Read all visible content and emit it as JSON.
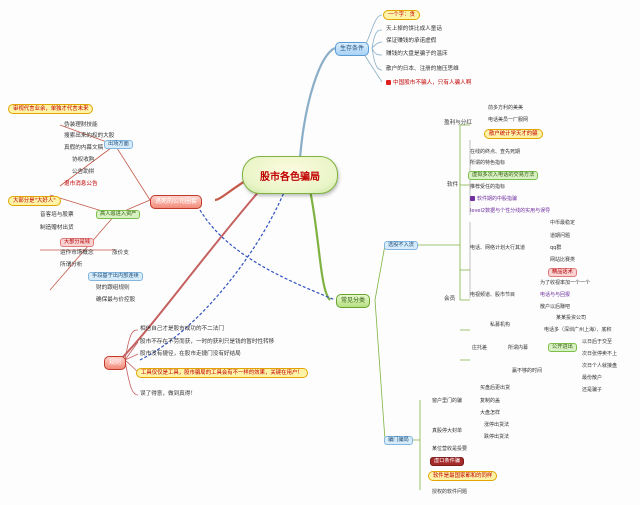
{
  "center": "股市各色骗局",
  "branches": {
    "survival": "生存条件",
    "trap": "诱死的公司圈套",
    "common": "常见分类",
    "rules": "规则"
  },
  "survival_items": [
    "一个字：贪",
    "天上掉的饼比成人童话",
    "保证赚钱的承诺虚假",
    "赚钱的大盘是骗子的温床",
    "散户的日本、注册的施压思维",
    "中国股市不骗人，只有人骗人啊"
  ],
  "trap_items": [
    "审视代言业余，单独才代言未来",
    "伪装理财技能",
    "搜索出来的权的大股",
    "真假的内幕文稿",
    "协权收购",
    "公告助拼",
    "退市消息公告",
    "大部分是\"大好人\"",
    "高人追进入资产",
    "音客培与股票",
    "制造赠材出货",
    "大部分是钱",
    "运作市场概念",
    "所谓分析",
    "涨价支",
    "手段基于出内部连续",
    "财的跟组规则",
    "确保最与价控股"
  ],
  "rule_items": [
    "相信自己才是股市成功的不二法门",
    "股市不存在不劳而获，一时的获利只是钱的暂时性转移",
    "股市没有捷径，在股市走捷门没有好结局",
    "工具仅仅是工具，股市骗局的工具会有不一样的效果，关键在用户！",
    "误了得意，做到真得！"
  ],
  "common_groups": {
    "soft": "软件",
    "member": "会员",
    "profit": "盈利与分红",
    "scam": "选股不入流",
    "block": "骗门骗局"
  },
  "common_items": [
    "前多方利的美美",
    "电话美员一厂服网",
    "散户统计学天才的骗",
    "在线的终点、查先死期",
    "所谓的特色指标",
    "虚拟多次入电话的交易方法",
    "推荐受任的指标",
    "软件期的中股指骗",
    "level2数据与个性分线的实用与误导",
    "电话、网络计划大行其道",
    "中币最稳定",
    "道期问题",
    "qq群",
    "网站比赛类",
    "精品话术",
    "电视频道、股市节目",
    "为了收视率加一个一个",
    "电话与与回报",
    "散户以后赚吧",
    "私募机构",
    "某某投资公司",
    "电话多（深圳广州上海）、底积",
    "以日后于交至",
    "次日张停卖不上",
    "所谓内幕",
    "公开进出",
    "次日个人就接盘",
    "庄托差",
    "赢不够的时间",
    "最份散户",
    "还是骗子",
    "买盘后更出货",
    "窗户里门的骗",
    "复制的盖",
    "大盘怎样",
    "真股停大封单",
    "涨停出货法",
    "跌停出货法",
    "某位营收是投要",
    "虚口条件骗",
    "软件是最国家都和的同样",
    "授权的软件问题"
  ],
  "colors": {
    "accent_red": "#c00000",
    "blue_node": "#a8d2f5",
    "red_node": "#f28b7a",
    "green_node": "#b5e07f",
    "center_fill": "#e9f5c7"
  }
}
